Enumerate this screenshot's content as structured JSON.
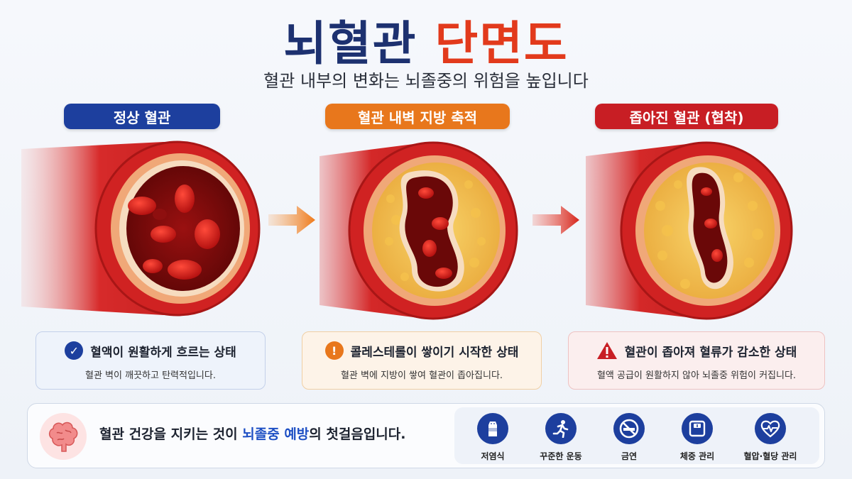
{
  "title": {
    "part1": "뇌혈관",
    "part2": "단면도"
  },
  "subtitle": "혈관 내부의 변화는 뇌졸중의 위험을 높입니다",
  "stages": [
    {
      "label": "정상 혈관",
      "color": "#1d3f9e",
      "headline": "혈액이 원활하게 흐르는 상태",
      "description": "혈관 벽이 깨끗하고 탄력적입니다."
    },
    {
      "label": "혈관 내벽 지방 축적",
      "color": "#e8771c",
      "headline": "콜레스테롤이 쌓이기 시작한 상태",
      "description": "혈관 벽에 지방이 쌓여 혈관이 좁아집니다."
    },
    {
      "label": "좁아진 혈관 (협착)",
      "color": "#c81e24",
      "headline": "혈관이 좁아져 혈류가 감소한 상태",
      "description": "혈액 공급이 원활하지 않아 뇌졸중 위험이 커집니다."
    }
  ],
  "icons": {
    "check": "check-icon",
    "warning": "exclamation-icon",
    "alert": "warning-triangle-icon",
    "brain": "brain-icon"
  },
  "prevention": {
    "before": "혈관 건강을 지키는 것이 ",
    "highlight": "뇌졸중 예방",
    "after": "의 첫걸음입니다."
  },
  "tips": [
    {
      "label": "저염식",
      "icon": "salt-shaker-icon"
    },
    {
      "label": "꾸준한 운동",
      "icon": "running-icon"
    },
    {
      "label": "금연",
      "icon": "no-smoking-icon"
    },
    {
      "label": "체중 관리",
      "icon": "scale-icon"
    },
    {
      "label": "혈압·혈당 관리",
      "icon": "heart-pulse-icon"
    }
  ]
}
